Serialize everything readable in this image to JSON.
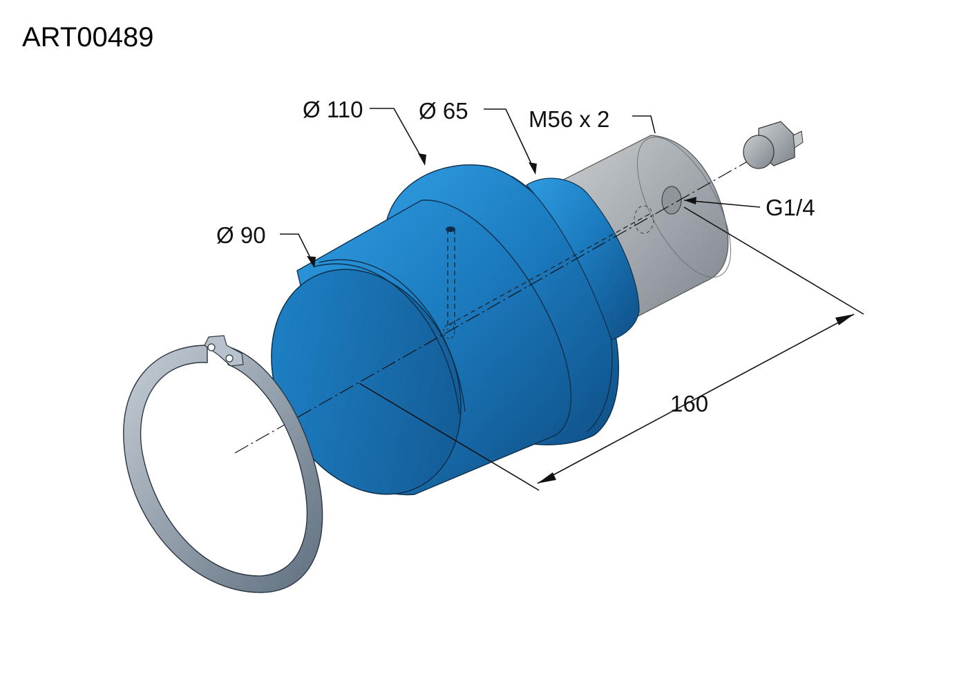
{
  "title": "ART00489",
  "dimensions": {
    "dia_110": "Ø 110",
    "dia_65": "Ø 65",
    "dia_90": "Ø 90",
    "thread": "M56 x 2",
    "port": "G1/4",
    "length": "160"
  },
  "colors": {
    "body_blue": "#1d7ec2",
    "body_blue_dark": "#15598f",
    "steel": "#a7adb3",
    "ring": "#7f8f9f"
  }
}
